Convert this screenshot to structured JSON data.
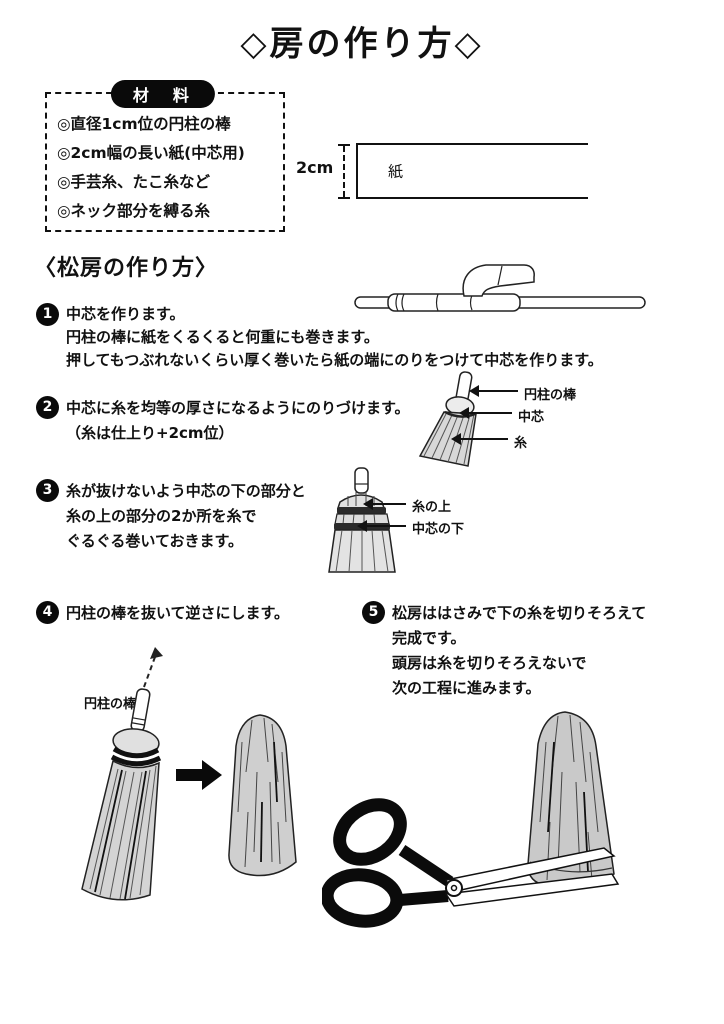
{
  "title": "◇房の作り方◇",
  "materials": {
    "badge": "材　料",
    "items": [
      "◎直径1cm位の円柱の棒",
      "◎2cm幅の長い紙(中芯用)",
      "◎手芸糸、たこ糸など",
      "◎ネック部分を縛る糸"
    ]
  },
  "paper_diagram": {
    "measure": "2cm",
    "label": "紙"
  },
  "section_heading": "〈松房の作り方〉",
  "steps": {
    "s1": {
      "num": "1",
      "lines": [
        "中芯を作ります。",
        "円柱の棒に紙をくるくると何重にも巻きます。",
        "押してもつぶれないくらい厚く巻いたら紙の端にのりをつけて中芯を作ります。"
      ]
    },
    "s2": {
      "num": "2",
      "lines": [
        "中芯に糸を均等の厚さになるようにのりづけます。",
        "（糸は仕上り+2cm位）"
      ],
      "label_rod": "円柱の棒",
      "label_core": "中芯",
      "label_thread": "糸"
    },
    "s3": {
      "num": "3",
      "lines": [
        "糸が抜けないよう中芯の下の部分と",
        "糸の上の部分の2か所を糸で",
        "ぐるぐる巻いておきます。"
      ],
      "label_thread_top": "糸の上",
      "label_core_bottom": "中芯の下"
    },
    "s4": {
      "num": "4",
      "lines": [
        "円柱の棒を抜いて逆さにします。"
      ],
      "label_rod": "円柱の棒"
    },
    "s5": {
      "num": "5",
      "lines": [
        "松房ははさみで下の糸を切りそろえて",
        "完成です。",
        "頭房は糸を切りそろえないで",
        "次の工程に進みます。"
      ]
    }
  },
  "colors": {
    "ink": "#111111",
    "tassel_gray": "#cccccc",
    "background": "#ffffff"
  }
}
